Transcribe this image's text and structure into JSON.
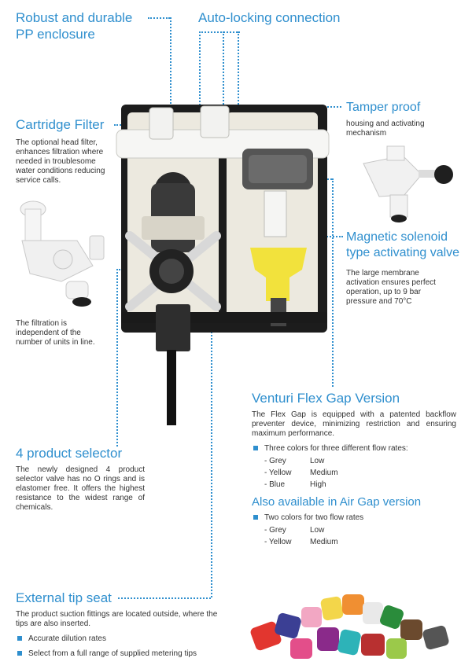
{
  "labels": {
    "robust": [
      "Robust and durable",
      "PP enclosure"
    ],
    "autolock": "Auto-locking connection",
    "cartridge": "Cartridge Filter",
    "tamper": "Tamper proof",
    "magnetic": [
      "Magnetic solenoid",
      "type activating valve"
    ],
    "venturi": "Venturi Flex Gap Version",
    "selector": "4 product selector",
    "external": "External tip seat",
    "airgap": "Also available in Air Gap version"
  },
  "texts": {
    "cartridge_desc": [
      "The optional head filter,",
      "enhances filtration where",
      "needed in troublesome",
      "water conditions reducing",
      "service calls."
    ],
    "filtration": [
      "The filtration is",
      "independent of the",
      "number of units in line."
    ],
    "tamper_desc": [
      "housing and activating",
      "mechanism"
    ],
    "magnetic_desc": [
      "The large membrane",
      "activation ensures perfect",
      "operation, up to 9 bar",
      "pressure and 70°C"
    ],
    "venturi_desc": "The Flex Gap is equipped with a patented backflow preventer device, minimizing restriction and ensuring maximum performance.",
    "selector_desc": "The newly designed 4 product selector valve has no O rings and is elastomer free. It offers the highest resistance to the widest range of chemicals.",
    "external_desc": "The product suction fittings are located outside, where the tips are also inserted."
  },
  "flex_gap": {
    "bullet": "Three colors for three different flow rates:",
    "rates": [
      {
        "color": "- Grey",
        "rate": "Low"
      },
      {
        "color": "- Yellow",
        "rate": "Medium"
      },
      {
        "color": "- Blue",
        "rate": "High"
      }
    ]
  },
  "air_gap": {
    "bullet": "Two colors for two flow rates",
    "rates": [
      {
        "color": "- Grey",
        "rate": "Low"
      },
      {
        "color": "- Yellow",
        "rate": "Medium"
      }
    ]
  },
  "tip_bullets": [
    "Accurate dilution rates",
    "Select from a full range of supplied metering tips"
  ],
  "colors": {
    "accent": "#2f8fce",
    "yellow": "#f2e23c"
  }
}
